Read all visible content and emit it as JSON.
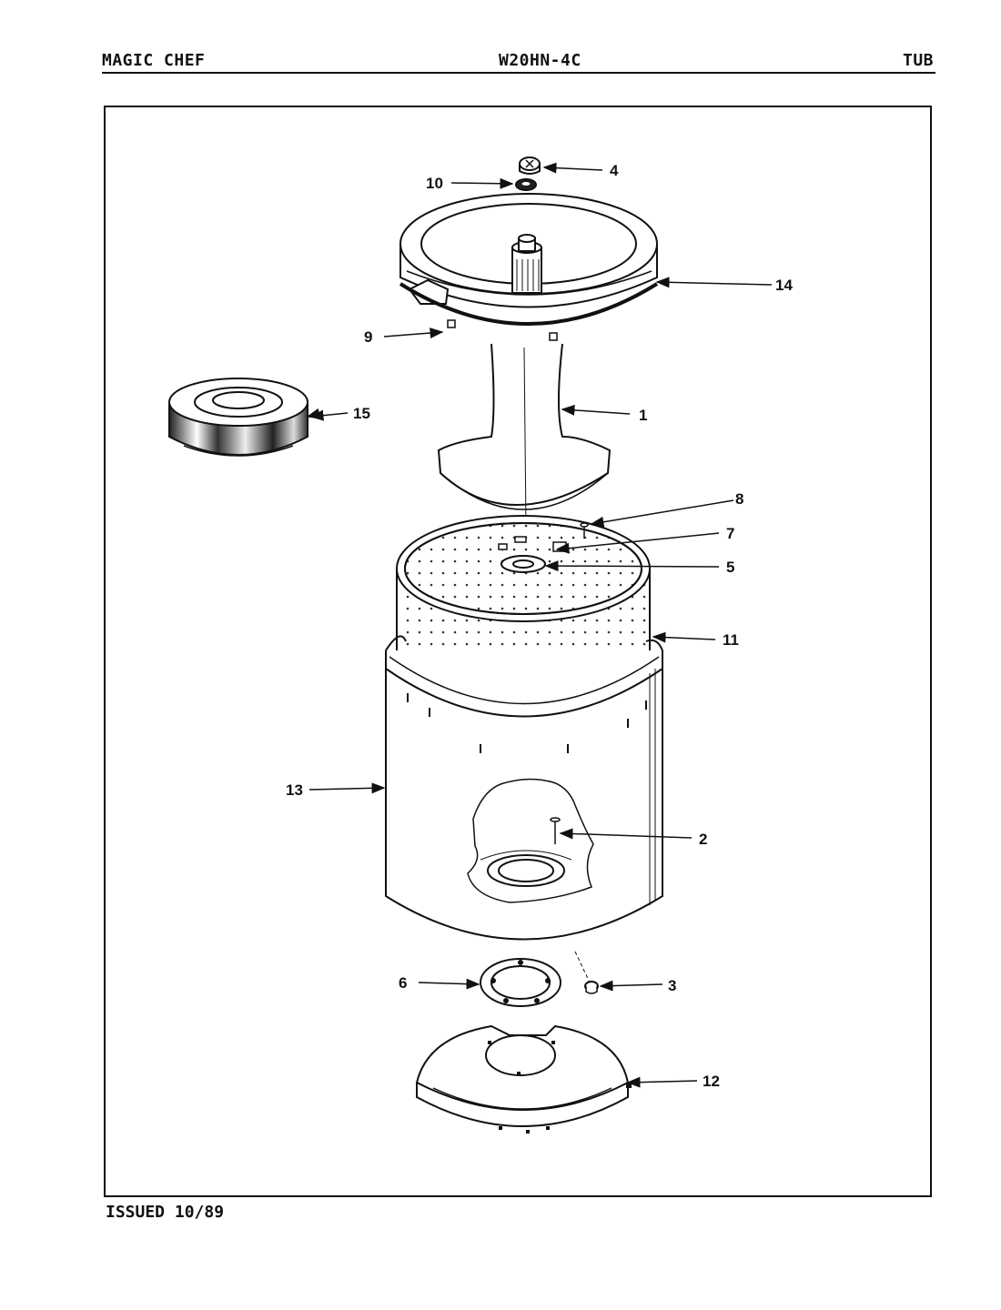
{
  "header": {
    "brand": "MAGIC CHEF",
    "model": "W20HN-4C",
    "section": "TUB"
  },
  "footer": {
    "issued": "ISSUED 10/89"
  },
  "callouts": {
    "p1": "1",
    "p2": "2",
    "p3": "3",
    "p4": "4",
    "p5": "5",
    "p6": "6",
    "p7": "7",
    "p8": "8",
    "p9": "9",
    "p10": "10",
    "p11": "11",
    "p12": "12",
    "p13": "13",
    "p14": "14",
    "p15": "15"
  }
}
